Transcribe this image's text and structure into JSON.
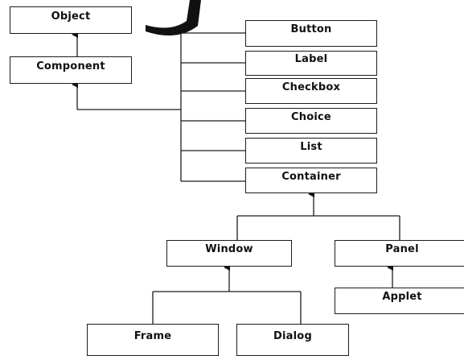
{
  "diagram": {
    "nodes": {
      "object": "Object",
      "component": "Component",
      "button": "Button",
      "label": "Label",
      "checkbox": "Checkbox",
      "choice": "Choice",
      "list": "List",
      "container": "Container",
      "window": "Window",
      "panel": "Panel",
      "applet": "Applet",
      "frame": "Frame",
      "dialog": "Dialog"
    },
    "edges": [
      {
        "from": "component",
        "to": "object"
      },
      {
        "from": "button",
        "to": "component"
      },
      {
        "from": "label",
        "to": "component"
      },
      {
        "from": "checkbox",
        "to": "component"
      },
      {
        "from": "choice",
        "to": "component"
      },
      {
        "from": "list",
        "to": "component"
      },
      {
        "from": "container",
        "to": "component"
      },
      {
        "from": "window",
        "to": "container"
      },
      {
        "from": "panel",
        "to": "container"
      },
      {
        "from": "applet",
        "to": "panel"
      },
      {
        "from": "frame",
        "to": "window"
      },
      {
        "from": "dialog",
        "to": "window"
      }
    ],
    "colors": {
      "stroke": "#1c1c1c",
      "text": "#111111",
      "background": "#ffffff",
      "watermark": "#111111"
    }
  }
}
